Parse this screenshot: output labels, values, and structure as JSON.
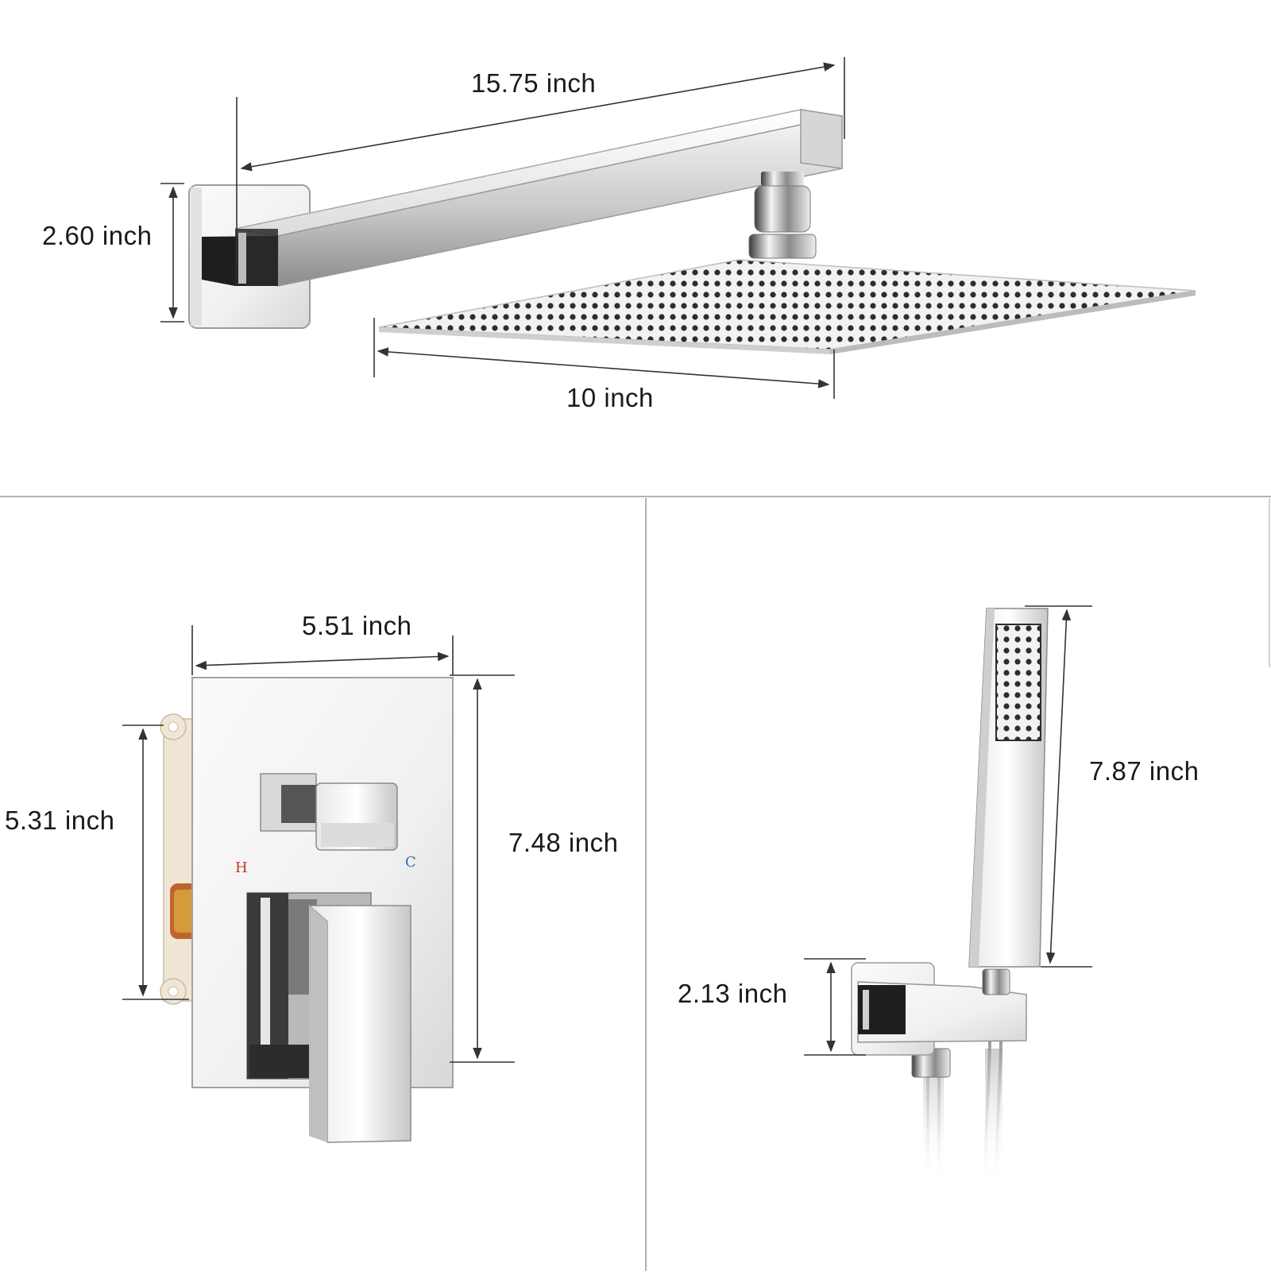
{
  "dimensions": {
    "arm_length": "15.75 inch",
    "wall_flange_height": "2.60 inch",
    "shower_head_width": "10 inch",
    "valve_plate_width": "5.51 inch",
    "valve_body_height": "5.31 inch",
    "valve_plate_height": "7.48 inch",
    "hand_shower_length": "7.87 inch",
    "wall_elbow_height": "2.13 inch"
  },
  "valve_markings": {
    "hot": "H",
    "cold": "C"
  },
  "colors": {
    "divider": "#b3b3b3",
    "dimension_line": "#333333",
    "chrome_light": "#f4f4f4",
    "chrome_dark": "#2b2b2b",
    "hot_mark": "#c0392b",
    "cold_mark": "#2e6db4",
    "brass": "#d59a3a",
    "valve_body": "#efe6d6"
  }
}
